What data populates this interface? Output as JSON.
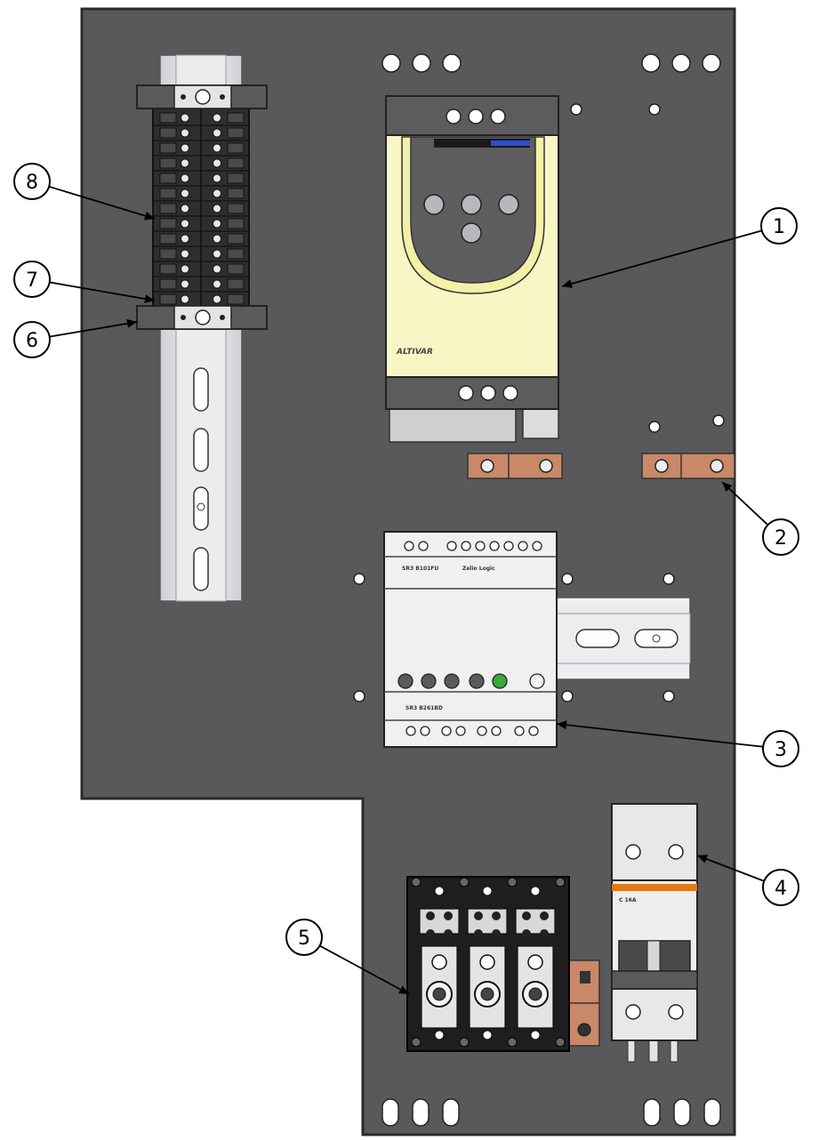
{
  "colors": {
    "panel": "#59595b",
    "panel_edge": "#2a2a2a",
    "drive_body": "#f8f6c4",
    "drive_cap": "#5c5c5e",
    "copper": "#c98868",
    "rail": "#e6e6ea",
    "module": "#f0f0f0",
    "breaker": "#e8e8e8",
    "breaker_stripe": "#e07a1a",
    "terminal_block": "#1e1e1e",
    "led_green": "#3aa83a",
    "display_blue": "#2a4fd8",
    "leader": "#000000"
  },
  "drive": {
    "brand_text": "ALTIVAR"
  },
  "controller": {
    "label_top_left": "SR3 B101FU",
    "label_top_right": "Zelio Logic",
    "label_bottom": "SR3 B261BD"
  },
  "breaker": {
    "rating_text": "C 16A"
  },
  "callouts": [
    {
      "id": "1",
      "label": "1",
      "component": "variable-speed-drive"
    },
    {
      "id": "2",
      "label": "2",
      "component": "earth-bar"
    },
    {
      "id": "3",
      "label": "3",
      "component": "logic-controller"
    },
    {
      "id": "4",
      "label": "4",
      "component": "circuit-breaker"
    },
    {
      "id": "5",
      "label": "5",
      "component": "power-distribution-block"
    },
    {
      "id": "6",
      "label": "6",
      "component": "end-stop"
    },
    {
      "id": "7",
      "label": "7",
      "component": "end-plate"
    },
    {
      "id": "8",
      "label": "8",
      "component": "terminal-blocks"
    }
  ]
}
